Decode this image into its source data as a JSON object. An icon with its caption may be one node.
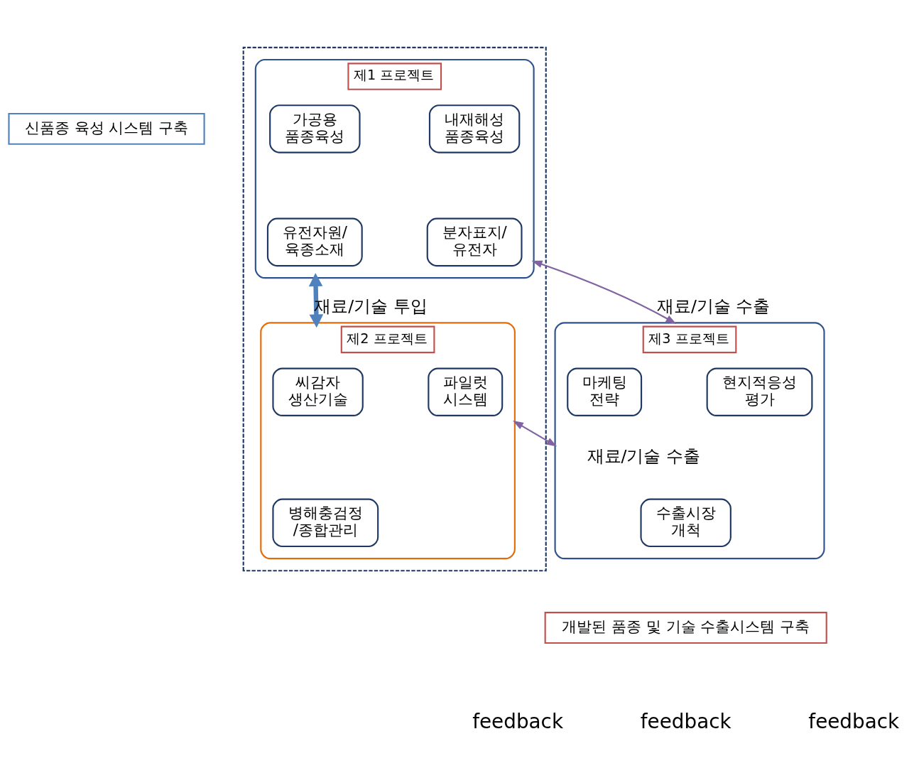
{
  "diagram": {
    "nodes": [
      {
        "text": [
          "신품종 육성 시스템 구축"
        ]
      },
      {
        "text": [],
        "shape": "box"
      },
      {
        "text": [
          "제1 프로젝트"
        ],
        "in": 1
      },
      {
        "text": [
          "가공용 품종육성"
        ],
        "in": 2
      },
      {
        "text": [
          "내재해성 품종육성"
        ],
        "in": 2
      },
      {
        "text": [
          "유전자원/ 육종소재"
        ],
        "in": 2
      },
      {
        "text": [
          "분자표지/ 유전자"
        ],
        "in": 2
      },
      {
        "text": [
          "제2 프로젝트"
        ],
        "in": 1
      },
      {
        "text": [
          "씨감자 생산기술"
        ],
        "in": 7
      },
      {
        "text": [
          "파일럿 시스템"
        ],
        "in": 7
      },
      {
        "text": [
          "병해충검정 /종합관리"
        ],
        "in": 7
      },
      {
        "text": [
          "제3 프로젝트"
        ]
      },
      {
        "text": [
          "현지적응성 평가"
        ],
        "in": 11
      },
      {
        "text": [
          "마케팅 전략"
        ],
        "in": 11
      },
      {
        "text": [
          "수출시장 개척"
        ],
        "in": 11
      },
      {
        "text": [
          "개발된 품종 및 기술 수출시스템 구축"
        ]
      }
    ],
    "edges": [
      {
        "from": 2,
        "to": 11,
        "arrow": "both",
        "label": "재료/기술 수출",
        "color": "#8064a2"
      },
      {
        "from": 2,
        "to": 7,
        "arrow": "both",
        "label": "재료/기술 투입",
        "style": "thick",
        "color": "#4f81bd"
      },
      {
        "from": 11,
        "to": 7,
        "arrow": "both",
        "label": "재료/기술 수출",
        "color": "#8064a2"
      }
    ],
    "labels": [
      "feedback",
      "feedback",
      "feedback"
    ]
  }
}
